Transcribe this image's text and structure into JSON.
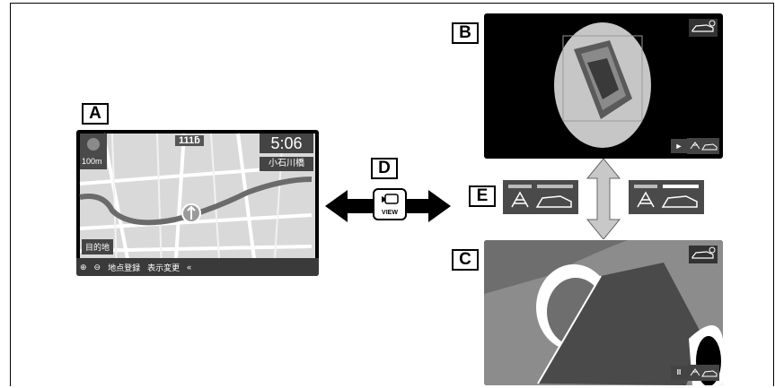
{
  "labels": {
    "a": "A",
    "b": "B",
    "c": "C",
    "d": "D",
    "e": "E"
  },
  "map_screen": {
    "time": "5:06",
    "place": "小石川橋",
    "scale": "100m",
    "destination_button": "目的地",
    "zoom_in": "⊕",
    "zoom_out": "⊖",
    "register_point": "地点登録",
    "change_view": "表示変更",
    "collapse": "«",
    "road_sign": "111ƃ"
  },
  "view_button": {
    "label": "VIEW",
    "icon": "camera-icon"
  },
  "screen_b": {
    "play_icon": "►"
  },
  "screen_c": {
    "pause_icon": "II"
  },
  "colors": {
    "screen_bg": "#000000",
    "map_bg": "#d9d9d9",
    "map_road": "#6b6b6b",
    "ellipse": "#c6c6c6",
    "screen_c_bg": "#8c8c8c",
    "screen_c_dark": "#4a4a4a",
    "arrow": "#000000",
    "vertical_arrow": "#c8c8c8"
  }
}
